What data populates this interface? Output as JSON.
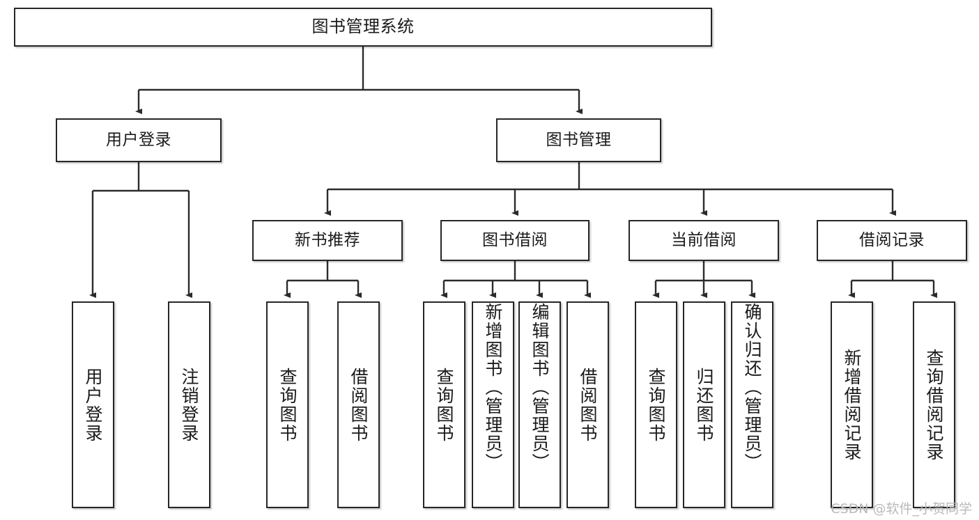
{
  "diagram": {
    "type": "tree-hierarchy",
    "title": "图书管理系统",
    "root": {
      "id": "root",
      "label": "图书管理系统"
    },
    "level1": [
      {
        "id": "user-login",
        "label": "用户登录"
      },
      {
        "id": "book-management",
        "label": "图书管理"
      }
    ],
    "level2": [
      {
        "id": "new-book-recommend",
        "label": "新书推荐",
        "parent": "book-management"
      },
      {
        "id": "book-borrow",
        "label": "图书借阅",
        "parent": "book-management"
      },
      {
        "id": "current-borrow",
        "label": "当前借阅",
        "parent": "book-management"
      },
      {
        "id": "borrow-record",
        "label": "借阅记录",
        "parent": "book-management"
      }
    ],
    "leaves": {
      "user_login": [
        {
          "id": "leaf-user-login",
          "label": "用户登录"
        },
        {
          "id": "leaf-logout-login",
          "label": "注销登录"
        }
      ],
      "new_book_recommend": [
        {
          "id": "leaf-query-book-1",
          "label": "查询图书"
        },
        {
          "id": "leaf-borrow-book-1",
          "label": "借阅图书"
        }
      ],
      "book_borrow": [
        {
          "id": "leaf-query-book-2",
          "label": "查询图书"
        },
        {
          "id": "leaf-add-book",
          "label": "新增图书（管理员）"
        },
        {
          "id": "leaf-edit-book",
          "label": "编辑图书（管理员）"
        },
        {
          "id": "leaf-borrow-book-2",
          "label": "借阅图书"
        }
      ],
      "current_borrow": [
        {
          "id": "leaf-query-book-3",
          "label": "查询图书"
        },
        {
          "id": "leaf-return-book",
          "label": "归还图书"
        },
        {
          "id": "leaf-confirm-return",
          "label": "确认归还（管理员）"
        }
      ],
      "borrow_record": [
        {
          "id": "leaf-add-record",
          "label": "新增借阅记录"
        },
        {
          "id": "leaf-query-record",
          "label": "查询借阅记录"
        }
      ]
    }
  },
  "watermark": {
    "text": "CSDN @软件_小贺同学"
  },
  "colors": {
    "stroke": "#262626",
    "background": "#ffffff",
    "text": "#1a1a1a",
    "watermark": "#b9b9b9"
  }
}
